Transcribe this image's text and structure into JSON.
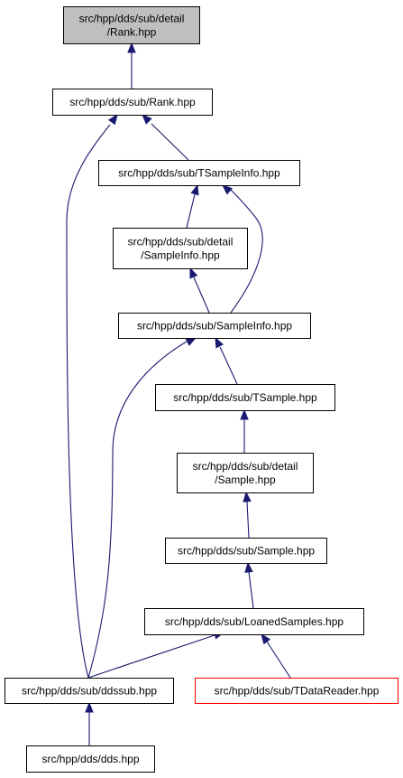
{
  "nodes": {
    "detail_rank": {
      "lines": [
        "src/hpp/dds/sub/detail",
        "/Rank.hpp"
      ],
      "highlight": "root"
    },
    "rank": {
      "lines": [
        "src/hpp/dds/sub/Rank.hpp"
      ]
    },
    "tsampleinfo": {
      "lines": [
        "src/hpp/dds/sub/TSampleInfo.hpp"
      ]
    },
    "detail_sampleinfo": {
      "lines": [
        "src/hpp/dds/sub/detail",
        "/SampleInfo.hpp"
      ]
    },
    "sampleinfo": {
      "lines": [
        "src/hpp/dds/sub/SampleInfo.hpp"
      ]
    },
    "tsample": {
      "lines": [
        "src/hpp/dds/sub/TSample.hpp"
      ]
    },
    "detail_sample": {
      "lines": [
        "src/hpp/dds/sub/detail",
        "/Sample.hpp"
      ]
    },
    "sample": {
      "lines": [
        "src/hpp/dds/sub/Sample.hpp"
      ]
    },
    "loanedsamples": {
      "lines": [
        "src/hpp/dds/sub/LoanedSamples.hpp"
      ]
    },
    "ddssub": {
      "lines": [
        "src/hpp/dds/sub/ddssub.hpp"
      ]
    },
    "tdatareader": {
      "lines": [
        "src/hpp/dds/sub/TDataReader.hpp"
      ],
      "highlight": "red"
    },
    "dds": {
      "lines": [
        "src/hpp/dds/dds.hpp"
      ]
    }
  },
  "edges": [
    {
      "from": "rank",
      "to": "detail_rank"
    },
    {
      "from": "tsampleinfo",
      "to": "rank"
    },
    {
      "from": "ddssub",
      "to": "rank"
    },
    {
      "from": "detail_sampleinfo",
      "to": "tsampleinfo"
    },
    {
      "from": "sampleinfo",
      "to": "tsampleinfo"
    },
    {
      "from": "sampleinfo",
      "to": "detail_sampleinfo"
    },
    {
      "from": "tsample",
      "to": "sampleinfo"
    },
    {
      "from": "ddssub",
      "to": "sampleinfo"
    },
    {
      "from": "detail_sample",
      "to": "tsample"
    },
    {
      "from": "sample",
      "to": "detail_sample"
    },
    {
      "from": "loanedsamples",
      "to": "sample"
    },
    {
      "from": "ddssub",
      "to": "loanedsamples"
    },
    {
      "from": "tdatareader",
      "to": "loanedsamples"
    },
    {
      "from": "dds",
      "to": "ddssub"
    }
  ]
}
